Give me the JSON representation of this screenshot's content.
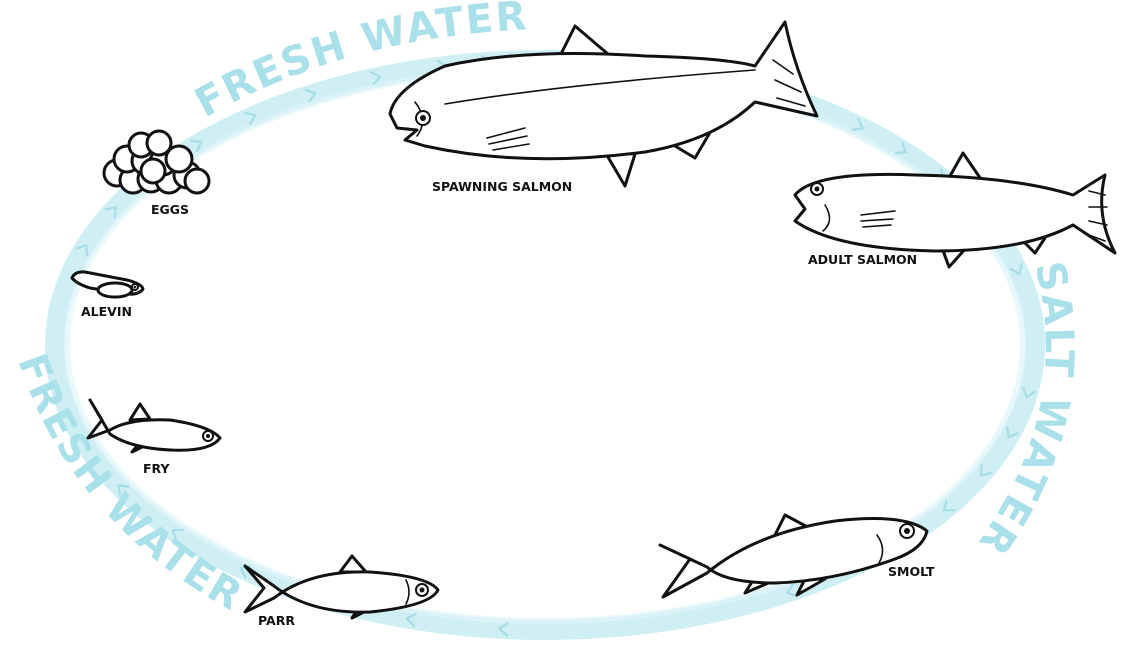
{
  "colors": {
    "water": "#b9e7ee",
    "water_text": "#a9e0ea",
    "chevron": "#9fd9e4",
    "ink": "#111111"
  },
  "water_labels": {
    "top": "FRESH WATER",
    "left": "FRESH WATER",
    "right": "SALT WATER"
  },
  "stages": {
    "eggs": "EGGS",
    "alevin": "ALEVIN",
    "fry": "FRY",
    "parr": "PARR",
    "smolt": "SMOLT",
    "adult": "ADULT SALMON",
    "spawning": "SPAWNING SALMON"
  },
  "icons": [
    "egg-cluster-icon",
    "alevin-icon",
    "fry-fish-icon",
    "parr-fish-icon",
    "smolt-fish-icon",
    "adult-salmon-icon",
    "spawning-salmon-icon"
  ]
}
